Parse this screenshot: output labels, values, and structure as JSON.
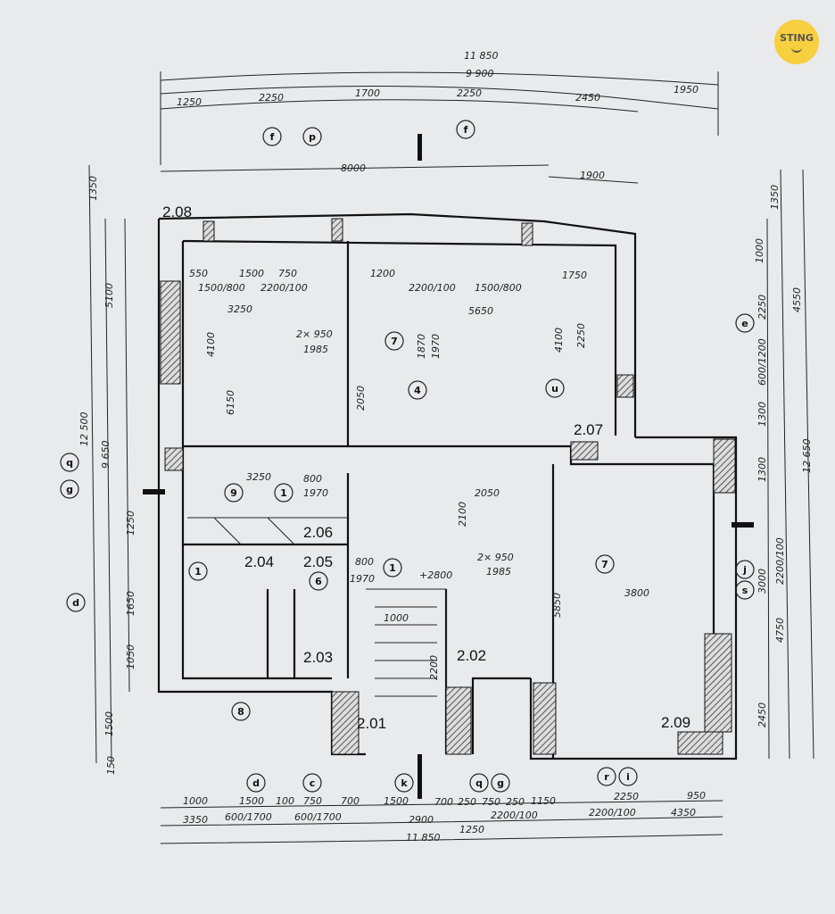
{
  "logo": {
    "text": "STING",
    "color": "#f7cf3f"
  },
  "rooms": [
    "2.01",
    "2.02",
    "2.03",
    "2.04",
    "2.05",
    "2.06",
    "2.07",
    "2.08",
    "2.09"
  ],
  "top_dims": [
    "11 850",
    "9 900",
    "1250",
    "2250",
    "1700",
    "2250",
    "2450",
    "1950",
    "8000",
    "1900"
  ],
  "bottom_dims": [
    "1000",
    "1500",
    "100",
    "750",
    "700",
    "1500",
    "700",
    "250",
    "750",
    "250",
    "1150",
    "2250",
    "950",
    "3350",
    "600/1700",
    "600/1700",
    "2900",
    "2200/100",
    "2200/100",
    "4350",
    "1250",
    "11 850"
  ],
  "left_dims": [
    "1350",
    "5100",
    "12 500",
    "9 650",
    "1250",
    "1650",
    "1050",
    "1500",
    "150"
  ],
  "right_dims": [
    "1350",
    "4550",
    "12 650",
    "1000",
    "2250",
    "600/1200",
    "1300",
    "1300",
    "3000",
    "2200/100",
    "4750",
    "2450"
  ],
  "interior_dims": [
    "3250",
    "5650",
    "1500/800",
    "2200/100",
    "2200/100",
    "1500/800",
    "2× 950",
    "1985",
    "1870",
    "1970",
    "4100",
    "6150",
    "2050",
    "4100",
    "2250",
    "3250",
    "800",
    "1970",
    "800",
    "1970",
    "2100",
    "2× 950",
    "1985",
    "3800",
    "5850",
    "+2800",
    "2050",
    "1000",
    "2200",
    "1750",
    "1200",
    "1500",
    "750",
    "550"
  ],
  "grid_markers": {
    "top": [
      "f",
      "p",
      "f"
    ],
    "left": [
      "q",
      "g",
      "d"
    ],
    "right": [
      "e",
      "j",
      "s"
    ],
    "bottom": [
      "d",
      "c",
      "k",
      "q",
      "g",
      "r",
      "i"
    ],
    "interior": [
      "7",
      "4",
      "u",
      "9",
      "1",
      "1",
      "6",
      "1",
      "7",
      "8"
    ]
  }
}
